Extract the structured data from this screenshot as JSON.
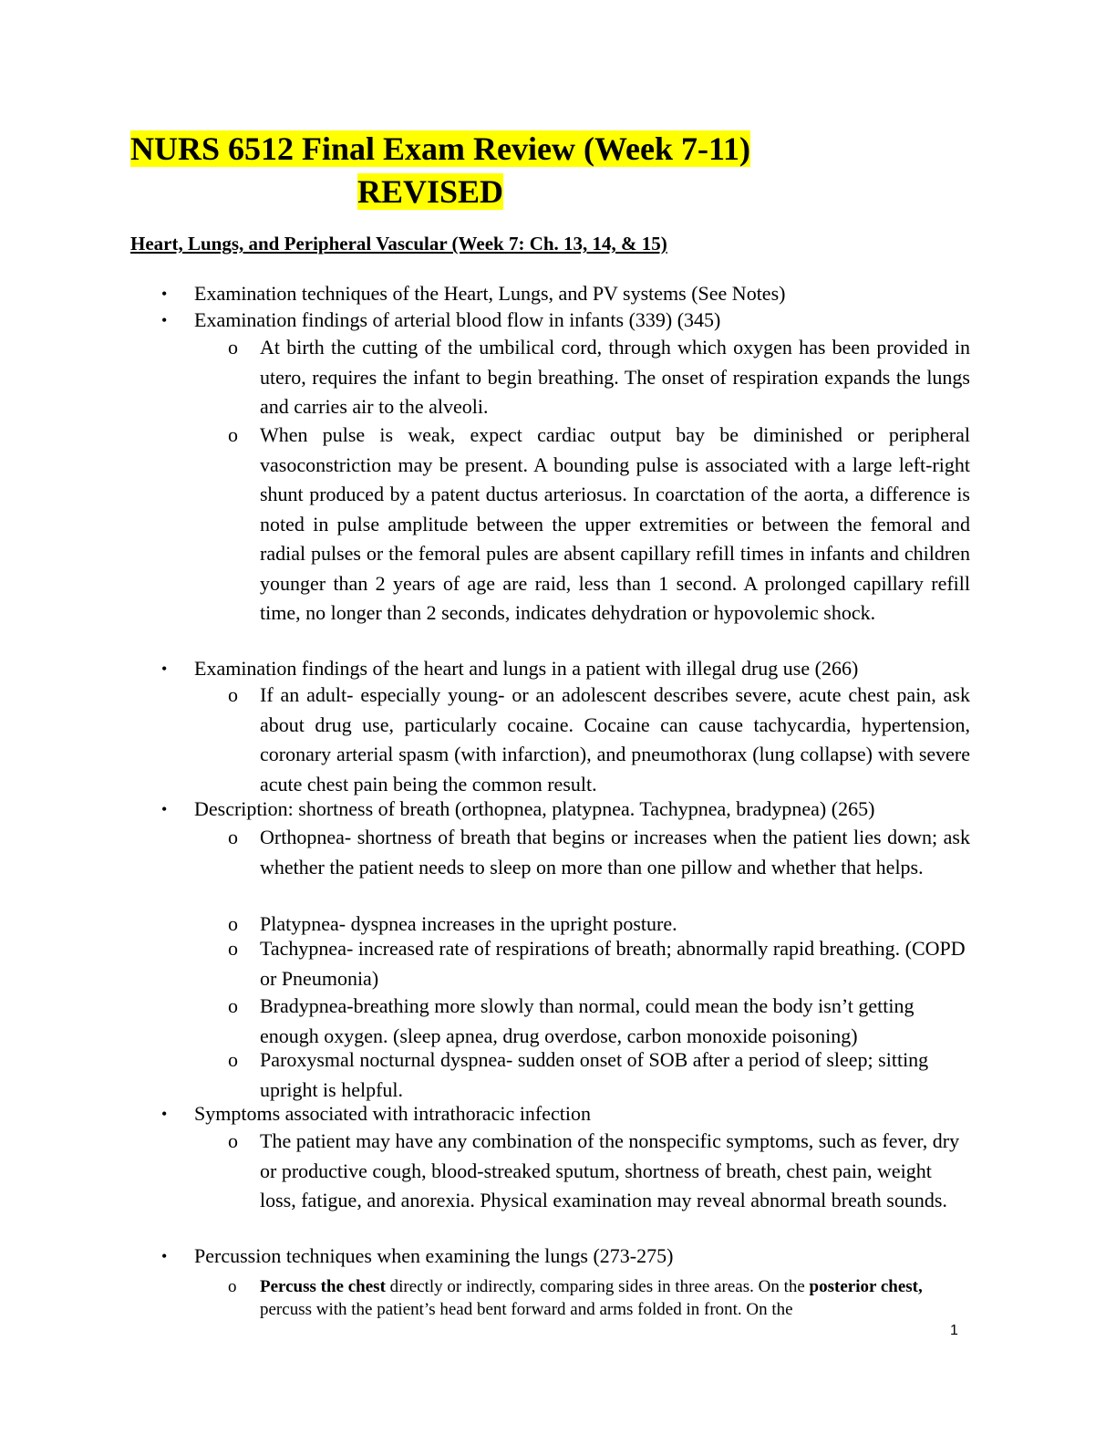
{
  "document": {
    "title_line1": "NURS 6512 Final Exam Review (Week 7-11)",
    "title_line2": "REVISED",
    "section_heading": "Heart, Lungs, and Peripheral Vascular (Week 7: Ch. 13, 14, & 15)",
    "bullet_glyph": "•",
    "sub_glyph": "o",
    "page_number": "1"
  },
  "items": [
    {
      "text": "Examination techniques of the Heart, Lungs, and PV systems (See Notes)"
    },
    {
      "text": "Examination findings of arterial blood flow in infants (339) (345)",
      "subs": [
        "At birth the cutting of the umbilical cord, through which oxygen has been provided in utero, requires the infant to begin breathing. The onset of respiration expands the lungs and carries air to the alveoli.",
        "When pulse is weak, expect cardiac output bay be diminished or peripheral vasoconstriction may be present. A bounding pulse is associated with a large left-right shunt produced by a patent ductus arteriosus. In coarctation of the aorta, a difference is noted in pulse amplitude between the upper extremities or between the femoral and radial pulses or the femoral pules are absent capillary refill times in infants and children younger than 2 years of age are raid, less than 1 second. A prolonged capillary refill time, no longer than 2 seconds, indicates dehydration or hypovolemic shock."
      ]
    },
    {
      "text": "Examination findings of the heart and lungs in a patient with illegal drug use (266)",
      "subs": [
        "If an adult- especially young- or an adolescent describes severe, acute chest pain, ask about drug use, particularly cocaine. Cocaine can cause tachycardia, hypertension, coronary arterial spasm (with infarction), and pneumothorax (lung collapse) with severe acute chest pain being the common result."
      ]
    },
    {
      "text": "Description: shortness of breath (orthopnea, platypnea. Tachypnea, bradypnea) (265)",
      "subs": [
        "Orthopnea- shortness of breath that begins or increases when the patient lies down; ask whether the patient needs to sleep on more than one pillow and whether that helps.",
        "Platypnea- dyspnea increases in the upright posture.",
        "Tachypnea- increased rate of respirations of breath; abnormally rapid breathing. (COPD or Pneumonia)",
        "Bradypnea-breathing more slowly than normal, could mean the body isn’t getting enough oxygen. (sleep apnea, drug overdose, carbon monoxide poisoning)",
        "Paroxysmal nocturnal dyspnea- sudden onset of SOB after a period of sleep; sitting upright is helpful."
      ]
    },
    {
      "text": "Symptoms associated with intrathoracic infection",
      "subs": [
        "The patient may have any combination of the nonspecific symptoms, such as fever, dry or productive cough, blood-streaked sputum, shortness of breath, chest pain, weight loss, fatigue, and anorexia. Physical examination may reveal abnormal breath sounds."
      ]
    },
    {
      "text": "Percussion techniques when examining the lungs (273-275)"
    }
  ],
  "percussion_sub": {
    "bold_1": "Percuss the chest",
    "normal_1": " directly or indirectly, comparing sides in three areas. On the ",
    "bold_2": "posterior chest,",
    "normal_2": " percuss with the patient’s head bent forward and arms folded in front. On the"
  }
}
